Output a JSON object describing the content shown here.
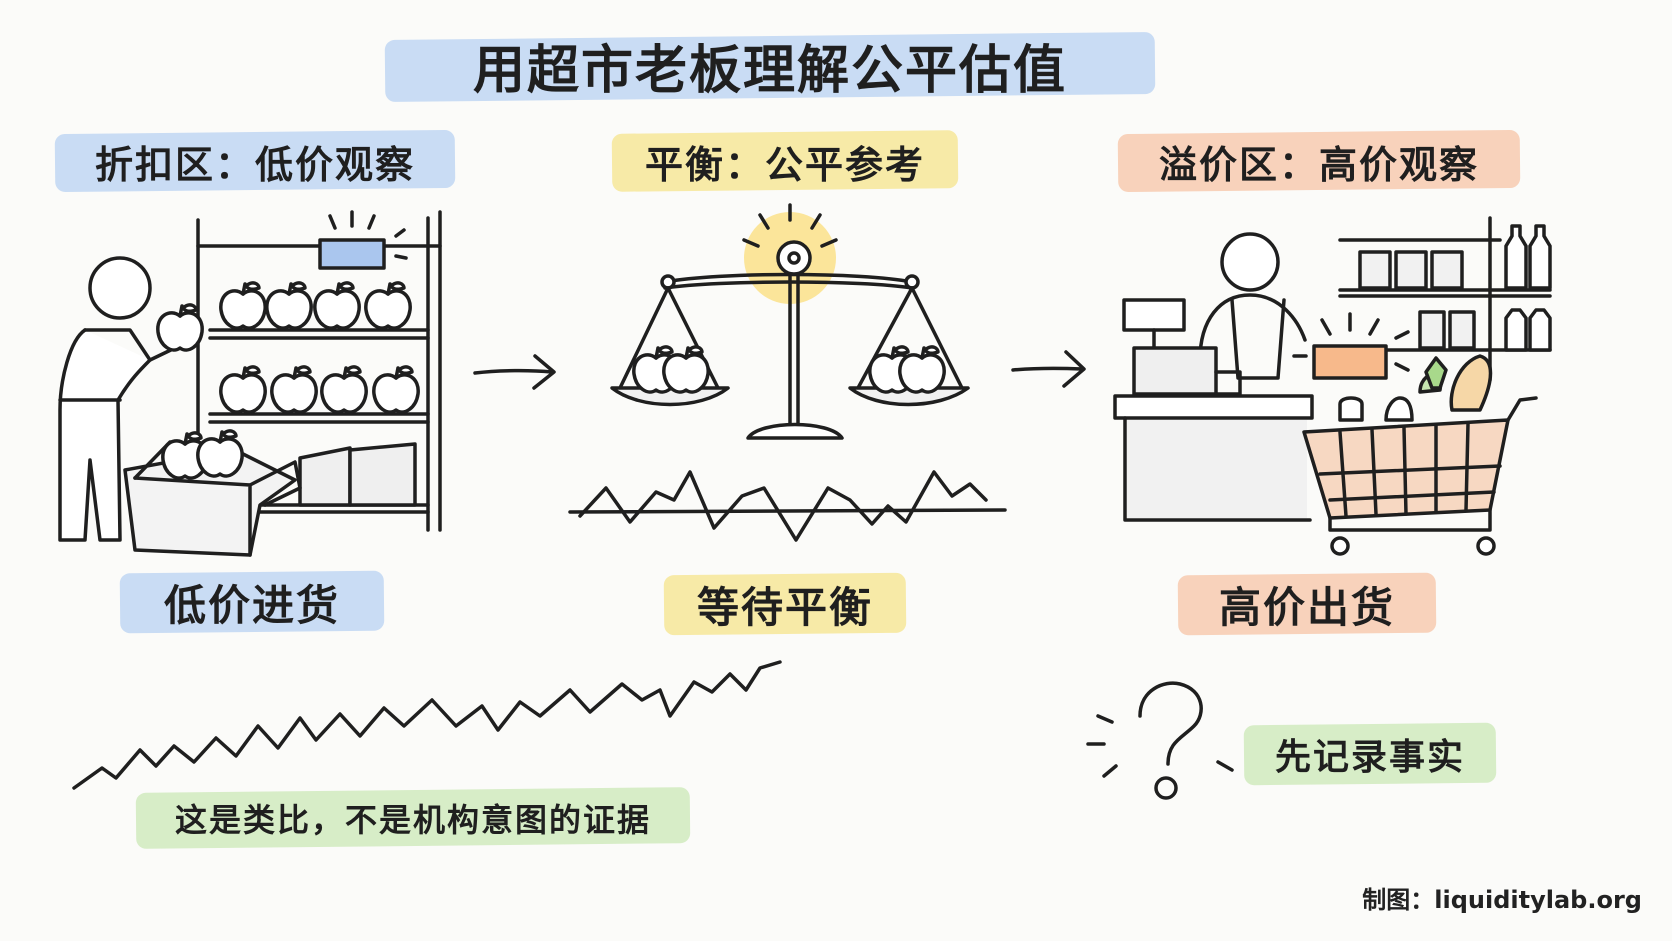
{
  "title": "用超市老板理解公平估值",
  "sections": {
    "left": {
      "heading": "折扣区：低价观察",
      "caption": "低价进货"
    },
    "middle": {
      "heading": "平衡：公平参考",
      "caption": "等待平衡"
    },
    "right": {
      "heading": "溢价区：高价观察",
      "caption": "高价出货"
    }
  },
  "note_left": "这是类比，不是机构意图的证据",
  "note_right": "先记录事实",
  "credit": "制图：liquiditylab.org",
  "colors": {
    "blue": "#c9dcf4",
    "yellow": "#f7eaa7",
    "orange": "#f8d2bb",
    "green": "#d7edc7",
    "accent_orange": "#f7b98b",
    "accent_blue": "#aac6ee",
    "ink": "#1f1f1f"
  },
  "icons": [
    "apple-icon",
    "shopkeeper-icon",
    "shelf-icon",
    "box-icon",
    "scale-icon",
    "cash-register-icon",
    "shopping-cart-icon",
    "question-mark-icon",
    "arrow-icon",
    "zigzag-line-icon"
  ]
}
